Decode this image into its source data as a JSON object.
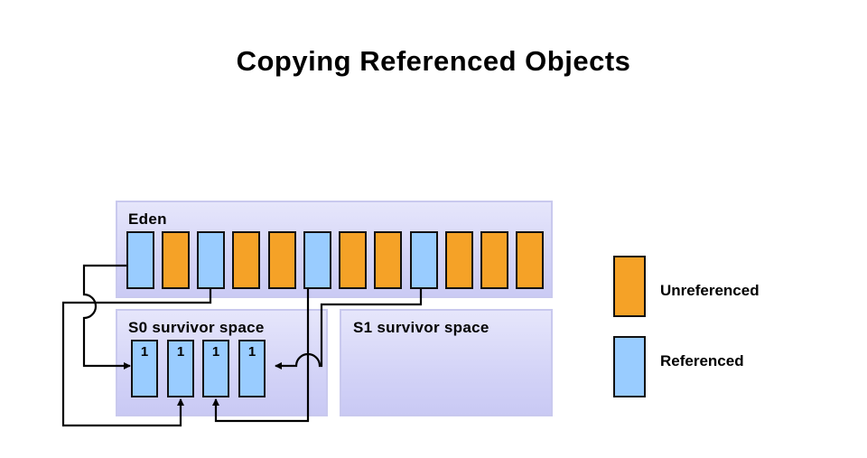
{
  "title": "Copying Referenced Objects",
  "eden": {
    "label": "Eden",
    "objects": [
      "referenced",
      "unreferenced",
      "referenced",
      "unreferenced",
      "unreferenced",
      "referenced",
      "unreferenced",
      "unreferenced",
      "referenced",
      "unreferenced",
      "unreferenced",
      "unreferenced"
    ]
  },
  "s0": {
    "label": "S0 survivor space",
    "ages": [
      "1",
      "1",
      "1",
      "1"
    ]
  },
  "s1": {
    "label": "S1 survivor space"
  },
  "legend": {
    "unreferenced": "Unreferenced",
    "referenced": "Referenced"
  },
  "colors": {
    "unreferenced": "#f5a227",
    "referenced": "#99ccff",
    "space_fill": "#d5d5f7"
  }
}
